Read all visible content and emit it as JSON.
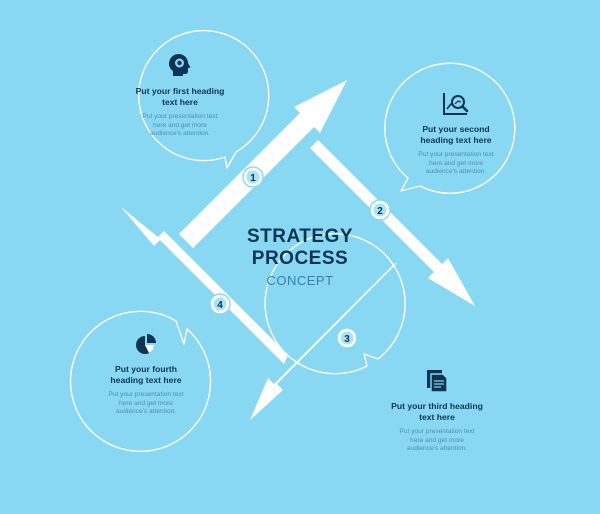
{
  "title": {
    "line1": "STRATEGY",
    "line2": "PROCESS",
    "line3": "CONCEPT"
  },
  "colors": {
    "background": "#88d8f3",
    "white": "#ffffff",
    "dark": "#0d3552",
    "accent": "#3a7fa3"
  },
  "steps": [
    {
      "number": "1",
      "icon": "head-idea-icon",
      "heading_line1": "Put your first heading",
      "heading_line2": "text here",
      "body_line1": "Put your presentation text",
      "body_line2": "here and get more",
      "body_line3": "audience's attention."
    },
    {
      "number": "2",
      "icon": "chart-magnifier-icon",
      "heading_line1": "Put your second",
      "heading_line2": "heading text here",
      "body_line1": "Put your presentation text",
      "body_line2": "here and get more",
      "body_line3": "audience's attention."
    },
    {
      "number": "3",
      "icon": "documents-icon",
      "heading_line1": "Put your third heading",
      "heading_line2": "text here",
      "body_line1": "Put your presentation text",
      "body_line2": "here and get more",
      "body_line3": "audience's attention."
    },
    {
      "number": "4",
      "icon": "pie-chart-icon",
      "heading_line1": "Put your fourth",
      "heading_line2": "heading text here",
      "body_line1": "Put your presentation text",
      "body_line2": "here and get more",
      "body_line3": "audience's attention."
    }
  ]
}
